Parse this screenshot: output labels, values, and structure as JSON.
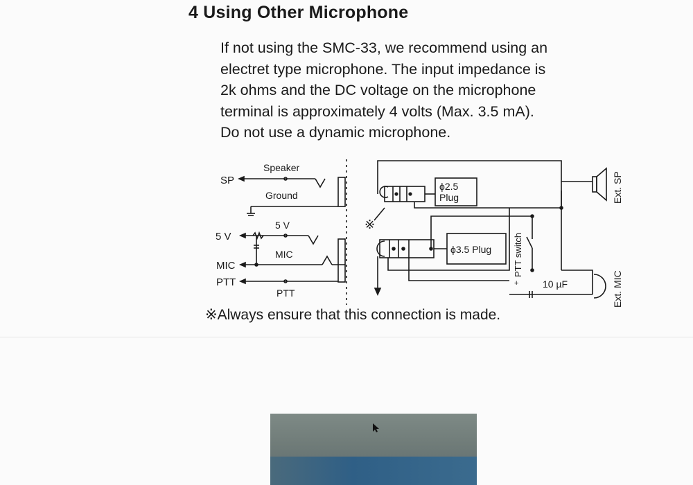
{
  "section": {
    "number": "4",
    "title": "Using Other Microphone"
  },
  "paragraph": {
    "lines": [
      "If not using the SMC-33, we recommend using an",
      "electret type microphone.  The input impedance is",
      "2k ohms and the DC voltage on the microphone",
      "terminal  is approximately 4 volts (Max. 3.5 mA).",
      "Do not use a dynamic microphone."
    ]
  },
  "schematic": {
    "left_pins": {
      "sp": "SP",
      "v5": "5 V",
      "mic": "MIC",
      "ptt": "PTT"
    },
    "wire_labels": {
      "speaker": "Speaker",
      "ground": "Ground",
      "v5": "5 V",
      "mic": "MIC",
      "ptt": "PTT"
    },
    "plug_small": {
      "line1": "ϕ2.5",
      "line2": "Plug"
    },
    "plug_large": "ϕ3.5 Plug",
    "switch_label": "PTT switch",
    "capacitor_label": "10 µF",
    "ext_sp": "Ext. SP",
    "ext_mic": "Ext. MIC",
    "asterisk": "※"
  },
  "note": "※Always ensure that this connection is made.",
  "colors": {
    "ink": "#1a1a1a",
    "paper": "#fbfbfb",
    "photo": "#6f7b78"
  }
}
